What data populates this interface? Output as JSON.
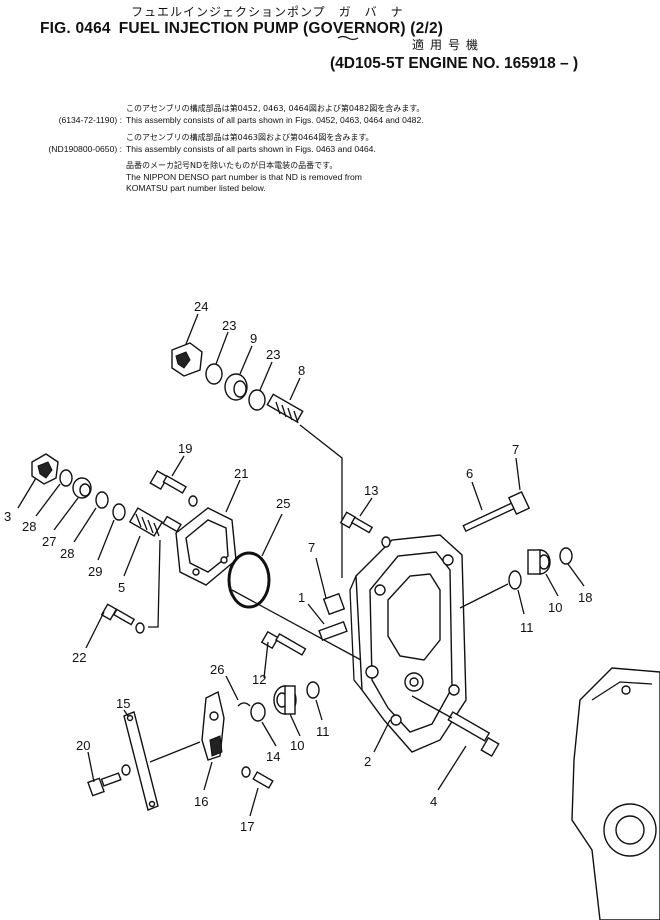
{
  "header": {
    "title_jp": "フュエルインジェクションポンプ　ガ　バ　ナ",
    "fig_number": "FIG. 0464",
    "fig_title": "FUEL INJECTION PUMP (GOVERNOR) (2/2)",
    "applicability_jp": "適用号機",
    "serial_range": "(4D105-5T ENGINE NO. 165918 – )"
  },
  "notes": [
    {
      "part_number": "",
      "text_jp": "このアセンブリの構成部品は第0452, 0463, 0464図および第0482図を含みます。",
      "text_en": ""
    },
    {
      "part_number": "(6134-72-1190) :",
      "text_jp": "",
      "text_en": "This assembly consists of all parts shown in Figs. 0452, 0463, 0464 and 0482."
    },
    {
      "part_number": "",
      "text_jp": "このアセンブリの構成部品は第0463図および第0464図を含みます。",
      "text_en": ""
    },
    {
      "part_number": "(ND190800-0650) :",
      "text_jp": "",
      "text_en": "This assembly consists of all parts shown in Figs. 0463 and 0464."
    },
    {
      "part_number": "",
      "text_jp": "品番のメーカ記号NDを除いたものが日本電装の品番です。",
      "text_en": ""
    },
    {
      "part_number": "",
      "text_jp": "",
      "text_en": "The NIPPON DENSO part number is that ND is removed from"
    },
    {
      "part_number": "",
      "text_jp": "",
      "text_en": "KOMATSU part number listed below."
    }
  ],
  "callouts": [
    "24",
    "23",
    "9",
    "23",
    "8",
    "19",
    "21",
    "25",
    "13",
    "7",
    "6",
    "3",
    "28",
    "27",
    "28",
    "29",
    "5",
    "7",
    "1",
    "10",
    "18",
    "11",
    "22",
    "26",
    "12",
    "15",
    "11",
    "10",
    "14",
    "20",
    "2",
    "16",
    "17",
    "4"
  ]
}
